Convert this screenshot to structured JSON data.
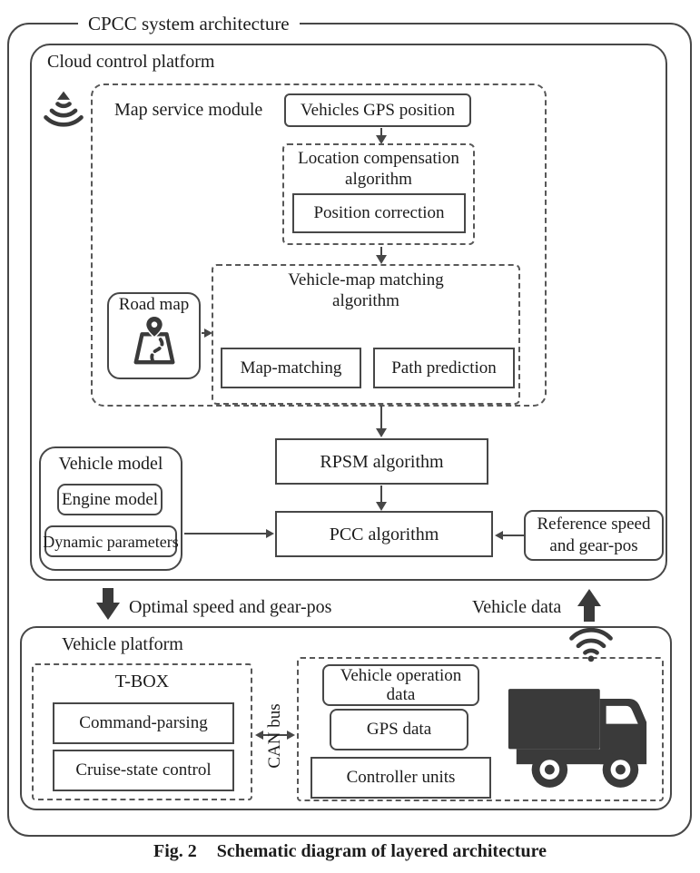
{
  "figure": {
    "title": "CPCC system architecture",
    "caption_fig": "Fig. 2",
    "caption_text": "Schematic diagram of layered architecture"
  },
  "cloud_platform": {
    "label": "Cloud control platform",
    "map_service": {
      "label": "Map service module",
      "vehicles_gps_position": "Vehicles GPS position",
      "location_compensation": {
        "title": "Location compensation algorithm",
        "position_correction": "Position correction"
      },
      "vehicle_map_matching": {
        "title": "Vehicle-map matching algorithm",
        "map_matching": "Map-matching",
        "path_prediction": "Path prediction"
      },
      "road_map_label": "Road map"
    },
    "rpsm_algorithm": "RPSM algorithm",
    "pcc_algorithm": "PCC algorithm",
    "vehicle_model": {
      "label": "Vehicle model",
      "engine_model": "Engine model",
      "dynamic_parameters": "Dynamic parameters"
    },
    "reference_speed": "Reference speed and gear-pos"
  },
  "data_exchange": {
    "optimal_label": "Optimal speed and gear-pos",
    "vehicle_data_label": "Vehicle data"
  },
  "vehicle_platform": {
    "label": "Vehicle platform",
    "t_box": {
      "label": "T-BOX",
      "command_parsing": "Command-parsing",
      "cruise_state_control": "Cruise-state control"
    },
    "can_bus": "CAN bus",
    "onboard": {
      "vehicle_operation_data": "Vehicle operation data",
      "gps_data": "GPS data",
      "controller_units": "Controller units"
    }
  },
  "icons": {
    "cloud_signal": "signal-waves-up",
    "road_map": "folded-map-with-pin",
    "vehicle_wifi": "wifi",
    "truck": "truck-side-view",
    "optimal_arrow": "thick-down-arrow",
    "vehicle_data_arrow": "thick-up-arrow"
  },
  "colors": {
    "line": "#474747",
    "dashed": "#585858",
    "text": "#1c1c1c",
    "icon": "#3a3a3a",
    "background": "#ffffff"
  }
}
